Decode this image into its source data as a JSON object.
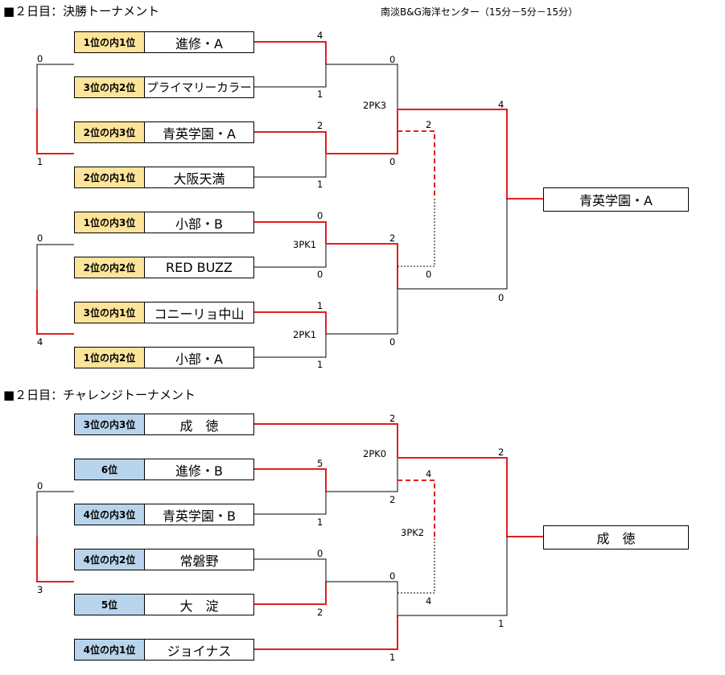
{
  "final": {
    "title": "■２日目：決勝トーナメント",
    "venue": "南淡B&G海洋センター（15分－5分－15分）",
    "entries": [
      {
        "seed": "1位の内1位",
        "team": "進修・A"
      },
      {
        "seed": "3位の内2位",
        "team": "プライマリーカラー"
      },
      {
        "seed": "2位の内3位",
        "team": "青英学園・A"
      },
      {
        "seed": "2位の内1位",
        "team": "大阪天満"
      },
      {
        "seed": "1位の内3位",
        "team": "小部・B"
      },
      {
        "seed": "2位の内2位",
        "team": "RED BUZZ"
      },
      {
        "seed": "3位の内1位",
        "team": "コニーリョ中山"
      },
      {
        "seed": "1位の内2位",
        "team": "小部・A"
      }
    ],
    "champion": "青英学園・A",
    "scores": {
      "m1a": "4",
      "m1b": "1",
      "m2a": "2",
      "m2b": "1",
      "m3a": "0",
      "m3b": "0",
      "m3pk": "3PK1",
      "m4a": "1",
      "m4b": "1",
      "m4pk": "2PK1",
      "s1a": "0",
      "s1b": "0",
      "s1pk": "2PK3",
      "s2a": "2",
      "s2b": "0",
      "fa": "4",
      "fb": "0",
      "t3a": "2",
      "t3b": "0",
      "l1a": "0",
      "l1b": "1",
      "l2a": "0",
      "l2b": "4"
    }
  },
  "challenge": {
    "title": "■２日目：チャレンジトーナメント",
    "entries": [
      {
        "seed": "3位の内3位",
        "team": "成　徳"
      },
      {
        "seed": "6位",
        "team": "進修・B"
      },
      {
        "seed": "4位の内3位",
        "team": "青英学園・B"
      },
      {
        "seed": "4位の内2位",
        "team": "常磐野"
      },
      {
        "seed": "5位",
        "team": "大　淀"
      },
      {
        "seed": "4位の内1位",
        "team": "ジョイナス"
      }
    ],
    "champion": "成　徳",
    "scores": {
      "m1a": "5",
      "m1b": "1",
      "m2a": "0",
      "m2b": "2",
      "s1a": "2",
      "s1b": "2",
      "s1pk": "2PK0",
      "s2a": "0",
      "s2b": "1",
      "fa": "2",
      "fb": "1",
      "t3a": "4",
      "t3b": "4",
      "t3pk": "3PK2",
      "l1a": "0",
      "l1b": "3"
    }
  },
  "colors": {
    "win": "#e02020",
    "line": "#000000",
    "seed_yellow": "#fde49b",
    "seed_blue": "#b7d4ec"
  }
}
